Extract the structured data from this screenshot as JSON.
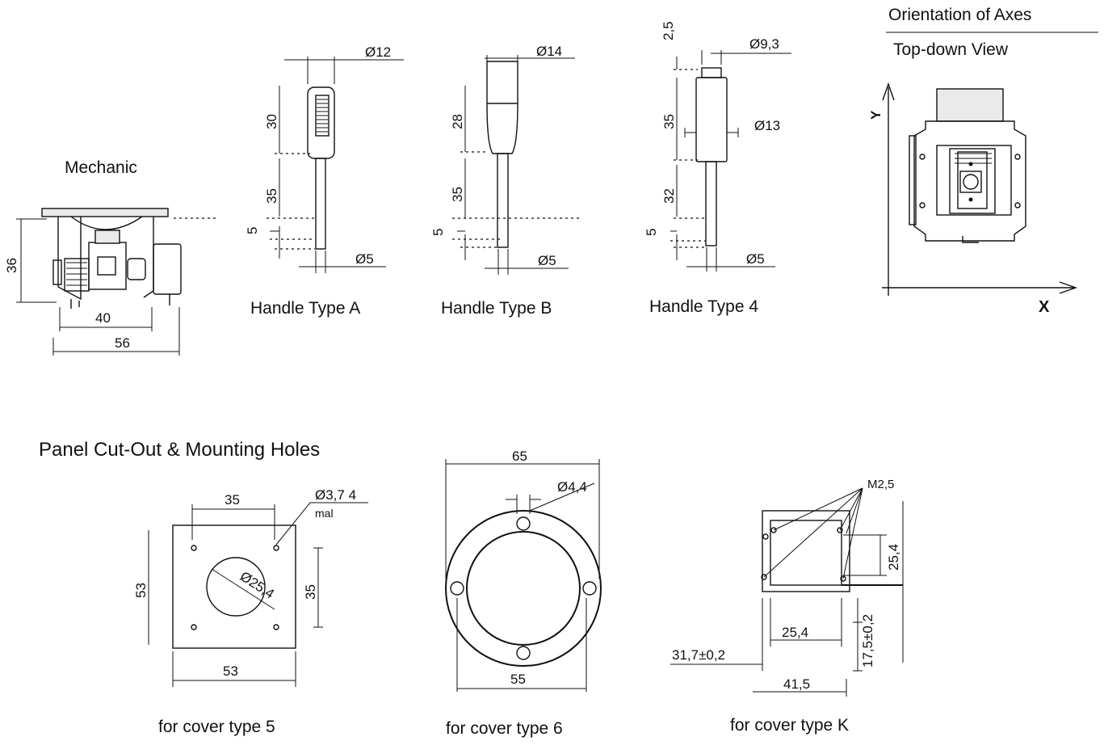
{
  "mechanic": {
    "title": "Mechanic",
    "dim_height": "36",
    "dim_inner_width": "40",
    "dim_outer_width": "56"
  },
  "handle_a": {
    "caption": "Handle Type A",
    "dia_top": "Ø12",
    "len_grip": "30",
    "len_shaft": "35",
    "len_tip": "5",
    "dia_shaft": "Ø5"
  },
  "handle_b": {
    "caption": "Handle Type B",
    "dia_top": "Ø14",
    "len_grip": "28",
    "len_shaft": "35",
    "len_tip": "5",
    "dia_shaft": "Ø5"
  },
  "handle_4": {
    "caption": "Handle Type 4",
    "len_cap": "2,5",
    "dia_cap": "Ø9,3",
    "len_grip": "35",
    "dia_grip": "Ø13",
    "len_shaft": "32",
    "len_tip": "5",
    "dia_shaft": "Ø5"
  },
  "axes": {
    "heading": "Orientation of Axes",
    "view": "Top-down View",
    "y_label": "Y",
    "x_label": "X"
  },
  "panel": {
    "heading": "Panel Cut-Out & Mounting Holes"
  },
  "cover5": {
    "caption": "for cover type 5",
    "dim_hole_spacing": "35",
    "dim_hole_dia": "Ø3,7 4",
    "dim_hole_note": "mal",
    "dim_height": "53",
    "dim_center_dia": "Ø25,4",
    "dim_hole_spacing_v": "35",
    "dim_width": "53"
  },
  "cover6": {
    "caption": "for cover type 6",
    "dim_outer": "65",
    "dim_hole": "Ø4,4",
    "dim_inner": "55"
  },
  "coverk": {
    "caption": "for cover type K",
    "dim_thread": "M2,5",
    "dim_v": "25,4",
    "dim_h": "25,4",
    "dim_offset_v": "17,5±0,2",
    "dim_offset_h": "31,7±0,2",
    "dim_total": "41,5"
  }
}
